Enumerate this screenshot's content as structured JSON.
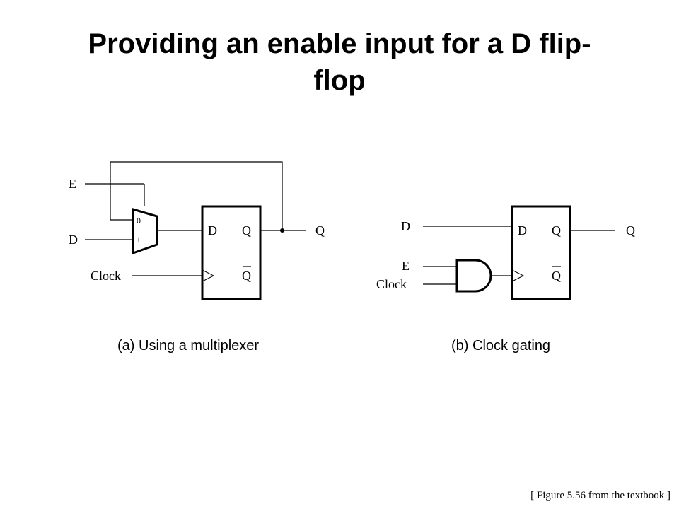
{
  "title": {
    "line1": "Providing an enable input for a D flip-",
    "line2": "flop"
  },
  "diagram_a": {
    "input_e": "E",
    "input_d": "D",
    "input_clock": "Clock",
    "mux_input_0": "0",
    "mux_input_1": "1",
    "ff_d": "D",
    "ff_q": "Q",
    "ff_qbar": "Q",
    "output_q": "Q",
    "caption": "(a) Using a multiplexer"
  },
  "diagram_b": {
    "input_d": "D",
    "input_e": "E",
    "input_clock": "Clock",
    "ff_d": "D",
    "ff_q": "Q",
    "ff_qbar": "Q",
    "output_q": "Q",
    "caption": "(b) Clock gating"
  },
  "footnote": "[ Figure 5.56 from the textbook ]",
  "colors": {
    "ink": "#000000",
    "background": "#ffffff"
  }
}
